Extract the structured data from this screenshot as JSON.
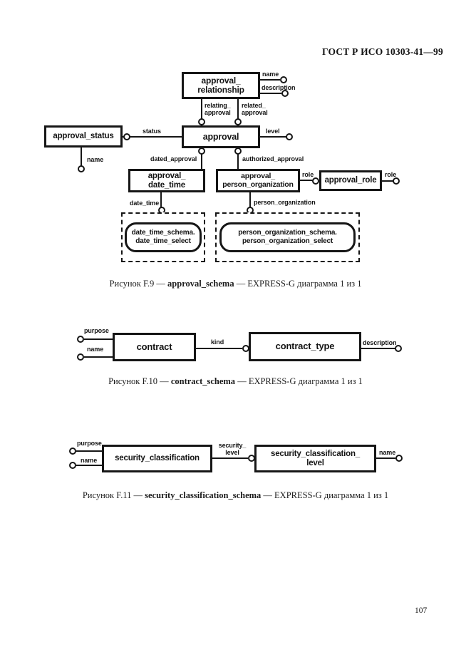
{
  "header": {
    "title": "ГОСТ Р ИСО 10303-41—99"
  },
  "footer": {
    "page_number": "107"
  },
  "fig9": {
    "entities": {
      "approval_relationship": {
        "line1": "approval_",
        "line2": "relationship"
      },
      "approval": "approval",
      "approval_status": "approval_status",
      "approval_date_time": {
        "line1": "approval_",
        "line2": "date_time"
      },
      "approval_person_organization": {
        "line1": "approval_",
        "line2": "person_organization"
      },
      "approval_role": "approval_role",
      "date_time_ref": {
        "line1": "date_time_schema.",
        "line2": "date_time_select"
      },
      "person_organization_ref": {
        "line1": "person_organization_schema.",
        "line2": "person_organization_select"
      }
    },
    "attributes": {
      "name_top": "name",
      "description": "description",
      "relating_approval": {
        "line1": "relating_",
        "line2": "approval"
      },
      "related_approval": {
        "line1": "related_",
        "line2": "approval"
      },
      "status": "status",
      "level": "level",
      "status_name": "name",
      "dated_approval": "dated_approval",
      "authorized_approval": "authorized_approval",
      "role_left": "role",
      "role_right": "role",
      "date_time": "date_time",
      "person_organization": "person_organization"
    },
    "caption": {
      "prefix": "Рисунок F.9 — ",
      "schema": "approval_schema",
      "suffix": " — EXPRESS-G диаграмма 1 из 1"
    }
  },
  "fig10": {
    "entities": {
      "contract": "contract",
      "contract_type": "contract_type"
    },
    "attributes": {
      "purpose": "purpose",
      "name": "name",
      "kind": "kind",
      "description": "description"
    },
    "caption": {
      "prefix": "Рисунок F.10 — ",
      "schema": "contract_schema",
      "suffix": " — EXPRESS-G диаграмма 1 из 1"
    }
  },
  "fig11": {
    "entities": {
      "security_classification": "security_classification",
      "security_classification_level": {
        "line1": "security_classification_",
        "line2": "level"
      }
    },
    "attributes": {
      "purpose": "purpose",
      "name": "name",
      "security_level": {
        "line1": "security_",
        "line2": "level"
      },
      "name_right": "name"
    },
    "caption": {
      "prefix": "Рисунок F.11 — ",
      "schema": "security_classification_schema",
      "suffix": " — EXPRESS-G диаграмма 1 из 1"
    }
  }
}
